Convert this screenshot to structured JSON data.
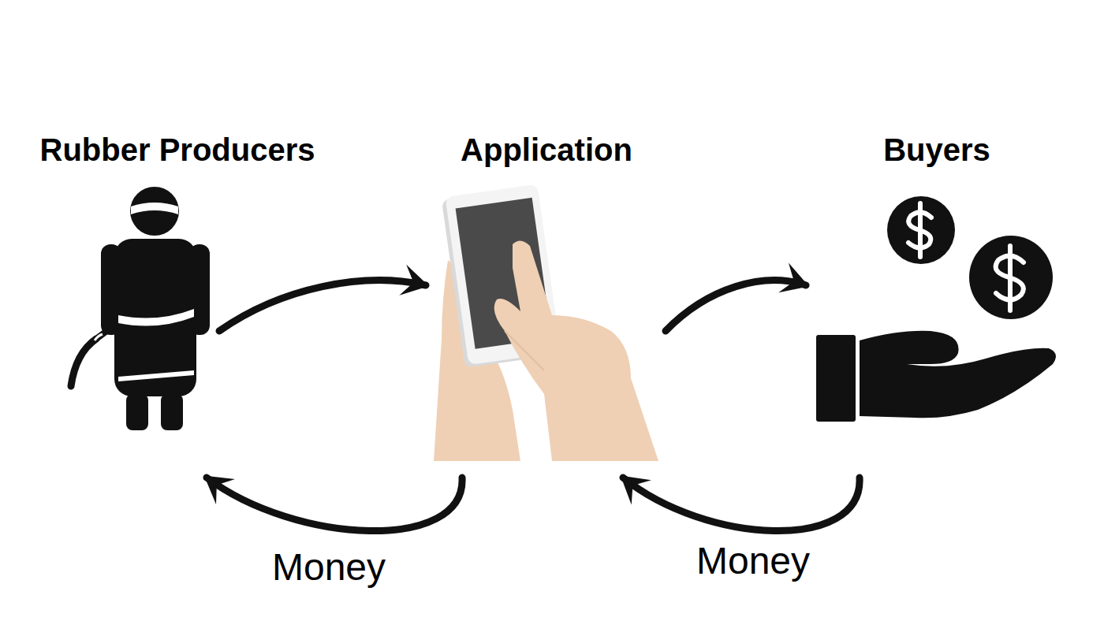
{
  "diagram": {
    "nodes": [
      {
        "text": [
          "Rubber Producers"
        ]
      },
      {
        "text": [
          "Application"
        ]
      },
      {
        "text": [
          "Buyers"
        ]
      }
    ],
    "edges": [
      {
        "from": 0,
        "to": 1,
        "arrow": "to"
      },
      {
        "from": 1,
        "to": 2,
        "arrow": "to"
      },
      {
        "from": 2,
        "to": 1,
        "label": "Money",
        "arrow": "to"
      },
      {
        "from": 1,
        "to": 0,
        "label": "Money",
        "arrow": "to"
      }
    ]
  }
}
